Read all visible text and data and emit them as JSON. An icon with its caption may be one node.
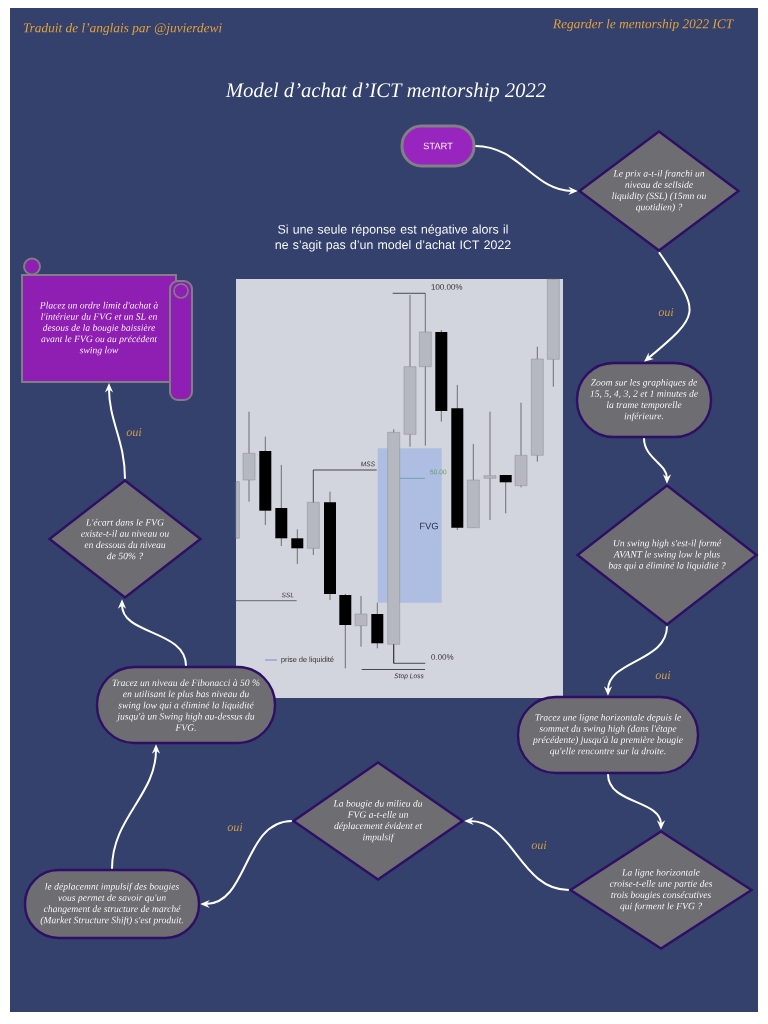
{
  "diagram": {
    "title": "Model d’achat d’ICT mentorship 2022",
    "nodes": [
      {
        "text": [
          "START"
        ]
      },
      {
        "text": [
          "Le prix a-t-il franchi un niveau de sellside liquidity (SSL) (15mn ou quotidien) ?"
        ]
      },
      {
        "text": [
          "Zoom sur les graphiques de 15, 5, 4, 3, 2 et 1 minutes de la trame temporelle inférieure."
        ]
      },
      {
        "text": [
          "Un swing high s'est-il formé AVANT le swing low le plus bas qui a éliminé la liquidité ?"
        ]
      },
      {
        "text": [
          "Tracez une ligne horizontale depuis le sommet du swing high (dans l'étape précédente) jusqu'à la première bougie qu'elle rencontre sur la droite."
        ]
      },
      {
        "text": [
          "La ligne horizontale croise-t-elle une partie des trois bougies consécutives qui forment le FVG ?"
        ]
      },
      {
        "text": [
          "La bougie du milieu du FVG a-t-elle un déplacement évident et impulsif"
        ]
      },
      {
        "text": [
          "le déplacemnt impulsif des bougies vous permet de savoir qu'un changement de structure de marché (Market Structure Shift) s'est produit."
        ]
      },
      {
        "text": [
          "Tracez un niveau de Fibonacci à 50 % en utilisant le plus bas niveau du swing low qui a éliminé la liquidité jusqu'à un Swing high au-dessus du FVG."
        ]
      },
      {
        "text": [
          "L'écart dans le FVG existe-t-il au niveau ou en dessous du niveau de 50% ?"
        ]
      },
      {
        "text": [
          "Placez un ordre limit d'achat à l'intérieur du FVG et un SL en desous de la bougie baissière avant le FVG ou au précédent swing low"
        ]
      }
    ],
    "edges": [
      {
        "from": 0,
        "to": 1,
        "arrow": "to"
      },
      {
        "from": 1,
        "to": 2,
        "arrow": "to",
        "label": "oui"
      },
      {
        "from": 2,
        "to": 3,
        "arrow": "to"
      },
      {
        "from": 3,
        "to": 4,
        "arrow": "to",
        "label": "oui"
      },
      {
        "from": 4,
        "to": 5,
        "arrow": "to"
      },
      {
        "from": 5,
        "to": 6,
        "arrow": "to",
        "label": "oui"
      },
      {
        "from": 6,
        "to": 7,
        "arrow": "to",
        "label": "oui"
      },
      {
        "from": 7,
        "to": 8,
        "arrow": "to"
      },
      {
        "from": 8,
        "to": 9,
        "arrow": "to"
      },
      {
        "from": 9,
        "to": 10,
        "arrow": "to",
        "label": "oui"
      }
    ],
    "labels": [
      "Traduit de l’anglais par @juvierdewi",
      "Regarder le mentorship 2022 ICT",
      "Si une seule réponse est négative alors il ne s’agit pas d’un model d’achat ICT 2022",
      "100.00%",
      "MSS",
      "50.00",
      "FVG",
      "SSL",
      "0.00%",
      "Stop Loss"
    ],
    "legend": [
      {
        "text": "prise de liquidité"
      }
    ]
  }
}
